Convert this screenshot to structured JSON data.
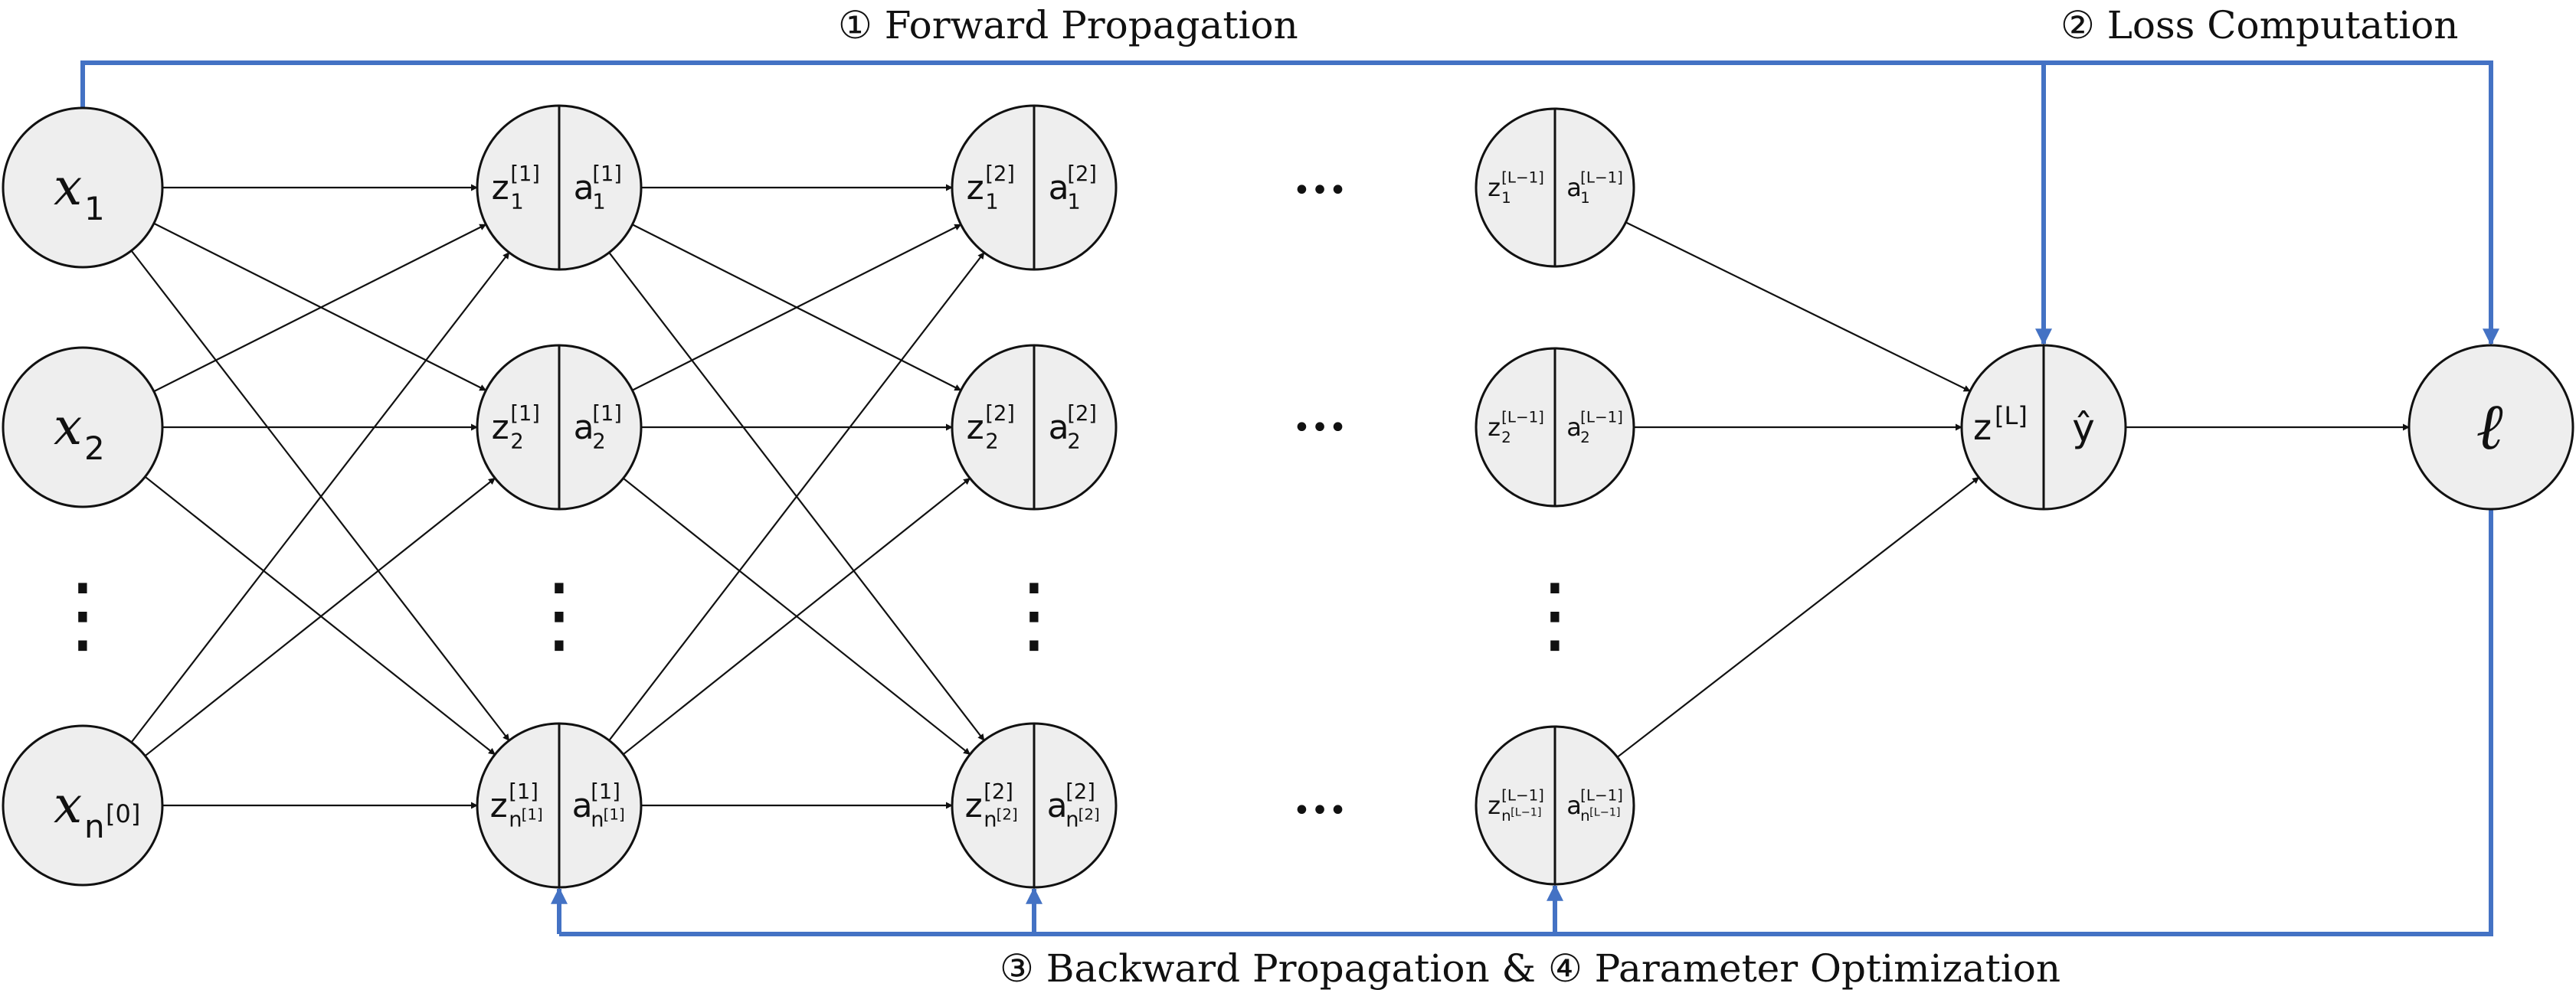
{
  "captions": {
    "forward": "① Forward Propagation",
    "loss": "② Loss Computation",
    "backward": "③ Backward Propagation & ④ Parameter Optimization"
  },
  "input_nodes": [
    {
      "sym": "x",
      "sub": "1",
      "sup": ""
    },
    {
      "sym": "x",
      "sub": "2",
      "sup": ""
    },
    {
      "sym": "x",
      "sub": "n",
      "sup": "[0]"
    }
  ],
  "layer1": [
    {
      "z": {
        "b": "z",
        "s": "1",
        "p": "[1]",
        "ss": ""
      },
      "a": {
        "b": "a",
        "s": "1",
        "p": "[1]",
        "ss": ""
      }
    },
    {
      "z": {
        "b": "z",
        "s": "2",
        "p": "[1]",
        "ss": ""
      },
      "a": {
        "b": "a",
        "s": "2",
        "p": "[1]",
        "ss": ""
      }
    },
    {
      "z": {
        "b": "z",
        "s": "n",
        "p": "[1]",
        "ss": "[1]"
      },
      "a": {
        "b": "a",
        "s": "n",
        "p": "[1]",
        "ss": "[1]"
      }
    }
  ],
  "layer2": [
    {
      "z": {
        "b": "z",
        "s": "1",
        "p": "[2]",
        "ss": ""
      },
      "a": {
        "b": "a",
        "s": "1",
        "p": "[2]",
        "ss": ""
      }
    },
    {
      "z": {
        "b": "z",
        "s": "2",
        "p": "[2]",
        "ss": ""
      },
      "a": {
        "b": "a",
        "s": "2",
        "p": "[2]",
        "ss": ""
      }
    },
    {
      "z": {
        "b": "z",
        "s": "n",
        "p": "[2]",
        "ss": "[2]"
      },
      "a": {
        "b": "a",
        "s": "n",
        "p": "[2]",
        "ss": "[2]"
      }
    }
  ],
  "layerL1": [
    {
      "z": {
        "b": "z",
        "s": "1",
        "p": "[L−1]",
        "ss": ""
      },
      "a": {
        "b": "a",
        "s": "1",
        "p": "[L−1]",
        "ss": ""
      }
    },
    {
      "z": {
        "b": "z",
        "s": "2",
        "p": "[L−1]",
        "ss": ""
      },
      "a": {
        "b": "a",
        "s": "2",
        "p": "[L−1]",
        "ss": ""
      }
    },
    {
      "z": {
        "b": "z",
        "s": "n",
        "p": "[L−1]",
        "ss": "[L−1]"
      },
      "a": {
        "b": "a",
        "s": "n",
        "p": "[L−1]",
        "ss": "[L−1]"
      }
    }
  ],
  "output_node": {
    "z": "z",
    "z_sup": "[L]",
    "yhat": "ŷ"
  },
  "loss_node": {
    "symbol": "ℓ"
  },
  "ellipsis": {
    "horizontal": "•••",
    "vertical": "⋮"
  },
  "colors": {
    "flow": "#4472c4",
    "node_fill": "#eeeeee",
    "stroke": "#111111"
  }
}
